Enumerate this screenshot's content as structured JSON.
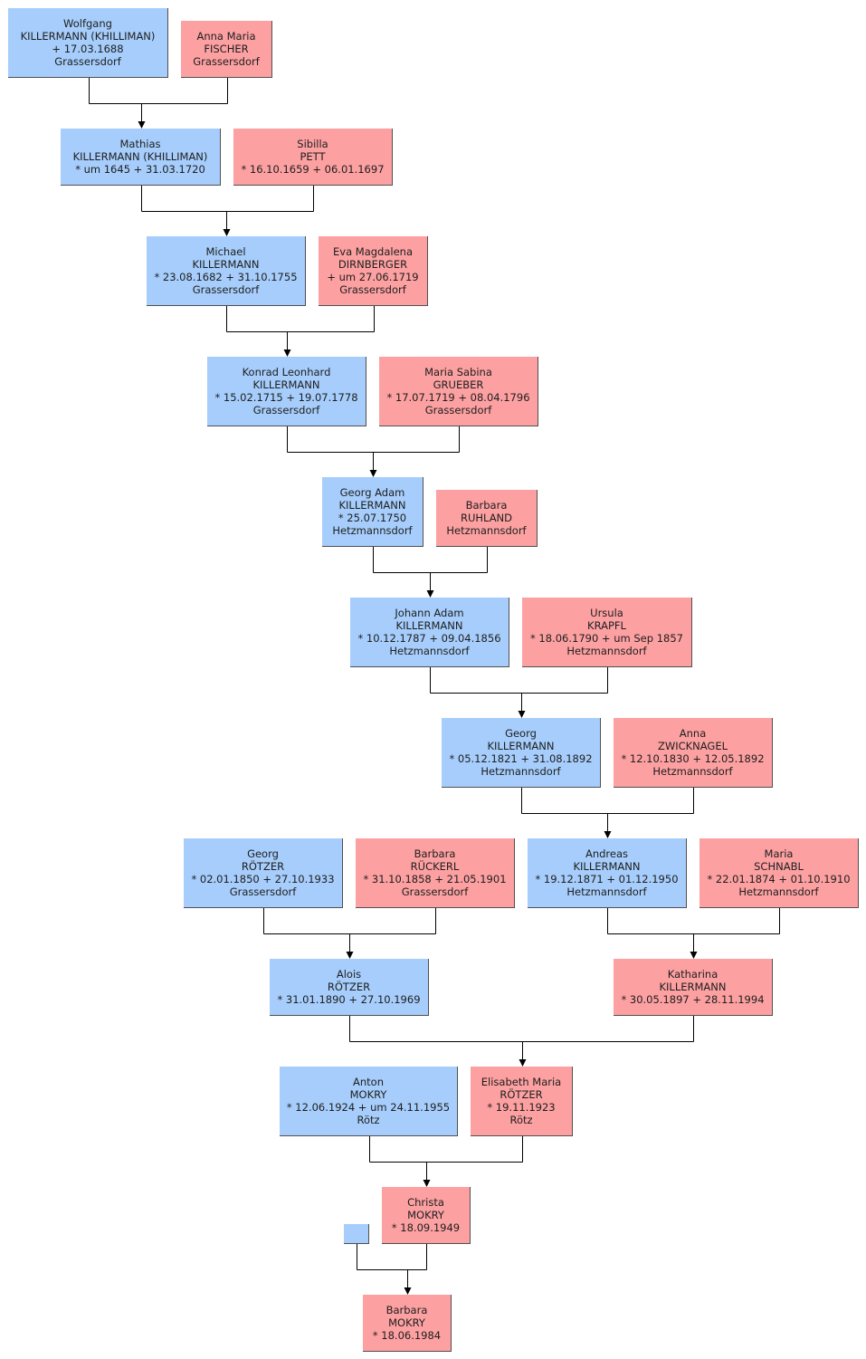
{
  "people": [
    {
      "id": "p1",
      "sex": "m",
      "lines": [
        "Wolfgang",
        "KILLERMANN (KHILLIMAN)",
        "+ 17.03.1688",
        "Grassersdorf"
      ]
    },
    {
      "id": "p2",
      "sex": "f",
      "lines": [
        "Anna Maria",
        "FISCHER",
        "Grassersdorf"
      ]
    },
    {
      "id": "p3",
      "sex": "m",
      "lines": [
        "Mathias",
        "KILLERMANN (KHILLIMAN)",
        "* um 1645  + 31.03.1720"
      ]
    },
    {
      "id": "p4",
      "sex": "f",
      "lines": [
        "Sibilla",
        "PETT",
        "* 16.10.1659  + 06.01.1697"
      ]
    },
    {
      "id": "p5",
      "sex": "m",
      "lines": [
        "Michael",
        "KILLERMANN",
        "* 23.08.1682  + 31.10.1755",
        "Grassersdorf"
      ]
    },
    {
      "id": "p6",
      "sex": "f",
      "lines": [
        "Eva Magdalena",
        "DIRNBERGER",
        "+ um 27.06.1719",
        "Grassersdorf"
      ]
    },
    {
      "id": "p7",
      "sex": "m",
      "lines": [
        "Konrad Leonhard",
        "KILLERMANN",
        "* 15.02.1715  + 19.07.1778",
        "Grassersdorf"
      ]
    },
    {
      "id": "p8",
      "sex": "f",
      "lines": [
        "Maria Sabina",
        "GRUEBER",
        "* 17.07.1719  + 08.04.1796",
        "Grassersdorf"
      ]
    },
    {
      "id": "p9",
      "sex": "m",
      "lines": [
        "Georg Adam",
        "KILLERMANN",
        "* 25.07.1750",
        "Hetzmannsdorf"
      ]
    },
    {
      "id": "p10",
      "sex": "f",
      "lines": [
        "Barbara",
        "RUHLAND",
        "Hetzmannsdorf"
      ]
    },
    {
      "id": "p11",
      "sex": "m",
      "lines": [
        "Johann Adam",
        "KILLERMANN",
        "* 10.12.1787  + 09.04.1856",
        "Hetzmannsdorf"
      ]
    },
    {
      "id": "p12",
      "sex": "f",
      "lines": [
        "Ursula",
        "KRAPFL",
        "* 18.06.1790  + um Sep 1857",
        "Hetzmannsdorf"
      ]
    },
    {
      "id": "p13",
      "sex": "m",
      "lines": [
        "Georg",
        "KILLERMANN",
        "* 05.12.1821  + 31.08.1892",
        "Hetzmannsdorf"
      ]
    },
    {
      "id": "p14",
      "sex": "f",
      "lines": [
        "Anna",
        "ZWICKNAGEL",
        "* 12.10.1830  + 12.05.1892",
        "Hetzmannsdorf"
      ]
    },
    {
      "id": "p15",
      "sex": "m",
      "lines": [
        "Georg",
        "RÖTZER",
        "* 02.01.1850  + 27.10.1933",
        "Grassersdorf"
      ]
    },
    {
      "id": "p16",
      "sex": "f",
      "lines": [
        "Barbara",
        "RÜCKERL",
        "* 31.10.1858  + 21.05.1901",
        "Grassersdorf"
      ]
    },
    {
      "id": "p17",
      "sex": "m",
      "lines": [
        "Andreas",
        "KILLERMANN",
        "* 19.12.1871  + 01.12.1950",
        "Hetzmannsdorf"
      ]
    },
    {
      "id": "p18",
      "sex": "f",
      "lines": [
        "Maria",
        "SCHNABL",
        "* 22.01.1874  + 01.10.1910",
        "Hetzmannsdorf"
      ]
    },
    {
      "id": "p19",
      "sex": "m",
      "lines": [
        "Alois",
        "RÖTZER",
        "* 31.01.1890  + 27.10.1969"
      ]
    },
    {
      "id": "p20",
      "sex": "f",
      "lines": [
        "Katharina",
        "KILLERMANN",
        "* 30.05.1897  + 28.11.1994"
      ]
    },
    {
      "id": "p21",
      "sex": "m",
      "lines": [
        "Anton",
        "MOKRY",
        "* 12.06.1924  + um 24.11.1955",
        "Rötz"
      ]
    },
    {
      "id": "p22",
      "sex": "f",
      "lines": [
        "Elisabeth Maria",
        "RÖTZER",
        "* 19.11.1923",
        "Rötz"
      ]
    },
    {
      "id": "p23",
      "sex": "f",
      "lines": [
        "Christa",
        "MOKRY",
        "* 18.09.1949"
      ]
    },
    {
      "id": "p24",
      "sex": "m",
      "lines": []
    },
    {
      "id": "p25",
      "sex": "f",
      "lines": [
        "Barbara",
        "MOKRY",
        "* 18.06.1984"
      ]
    }
  ],
  "unions": [
    {
      "father": "p1",
      "mother": "p2",
      "child": "p3"
    },
    {
      "father": "p3",
      "mother": "p4",
      "child": "p5"
    },
    {
      "father": "p5",
      "mother": "p6",
      "child": "p7"
    },
    {
      "father": "p7",
      "mother": "p8",
      "child": "p9"
    },
    {
      "father": "p9",
      "mother": "p10",
      "child": "p11"
    },
    {
      "father": "p11",
      "mother": "p12",
      "child": "p13"
    },
    {
      "father": "p13",
      "mother": "p14",
      "child": "p17"
    },
    {
      "father": "p15",
      "mother": "p16",
      "child": "p19"
    },
    {
      "father": "p17",
      "mother": "p18",
      "child": "p20"
    },
    {
      "father": "p19",
      "mother": "p20",
      "child": "p22"
    },
    {
      "father": "p21",
      "mother": "p22",
      "child": "p23"
    },
    {
      "father": "p24",
      "mother": "p23",
      "child": "p25"
    }
  ],
  "colors": {
    "male": "#a6cdfb",
    "female": "#fca0a1",
    "line": "#000000"
  }
}
